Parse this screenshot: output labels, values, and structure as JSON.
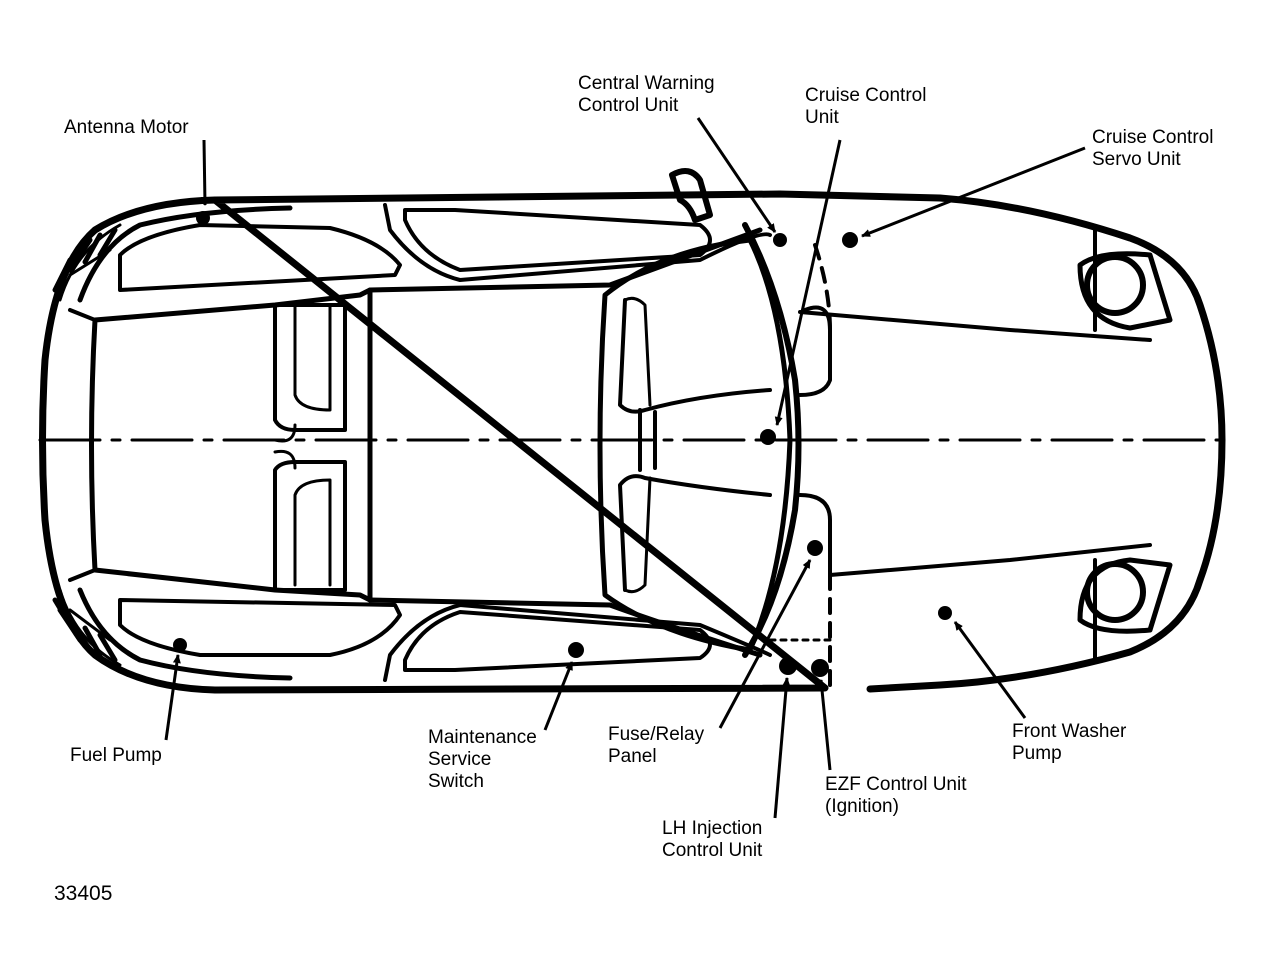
{
  "labels": {
    "antenna_motor": [
      "Antenna Motor"
    ],
    "central_warning": [
      "Central Warning",
      "Control Unit"
    ],
    "cruise_control_unit": [
      "Cruise Control",
      "Unit"
    ],
    "cruise_servo": [
      "Cruise Control",
      "Servo Unit"
    ],
    "fuel_pump": [
      "Fuel Pump"
    ],
    "maintenance_switch": [
      "Maintenance",
      "Service",
      "Switch"
    ],
    "fuse_relay": [
      "Fuse/Relay",
      "Panel"
    ],
    "lh_injection": [
      "LH Injection",
      "Control Unit"
    ],
    "ezf_control": [
      "EZF Control Unit",
      "(Ignition)"
    ],
    "front_washer": [
      "Front Washer",
      "Pump"
    ]
  },
  "figure_number": "33405"
}
